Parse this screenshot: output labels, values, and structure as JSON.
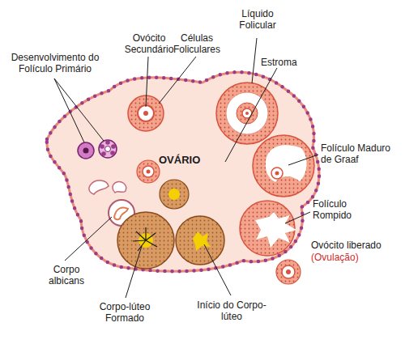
{
  "diagram": {
    "labels": [
      "Desenvolvimento do Folículo Primário",
      "Ovócito Secundário",
      "Células Foliculares",
      "Líquido Folicular",
      "Estroma",
      "OVÁRIO",
      "Folículo Maduro de Graaf",
      "Folículo Rompido",
      "Ovócito liberado",
      "(Ovulação)",
      "Corpo albicans",
      "Corpo-lúteo Formado",
      "Início do Corpo-lúteo"
    ]
  }
}
